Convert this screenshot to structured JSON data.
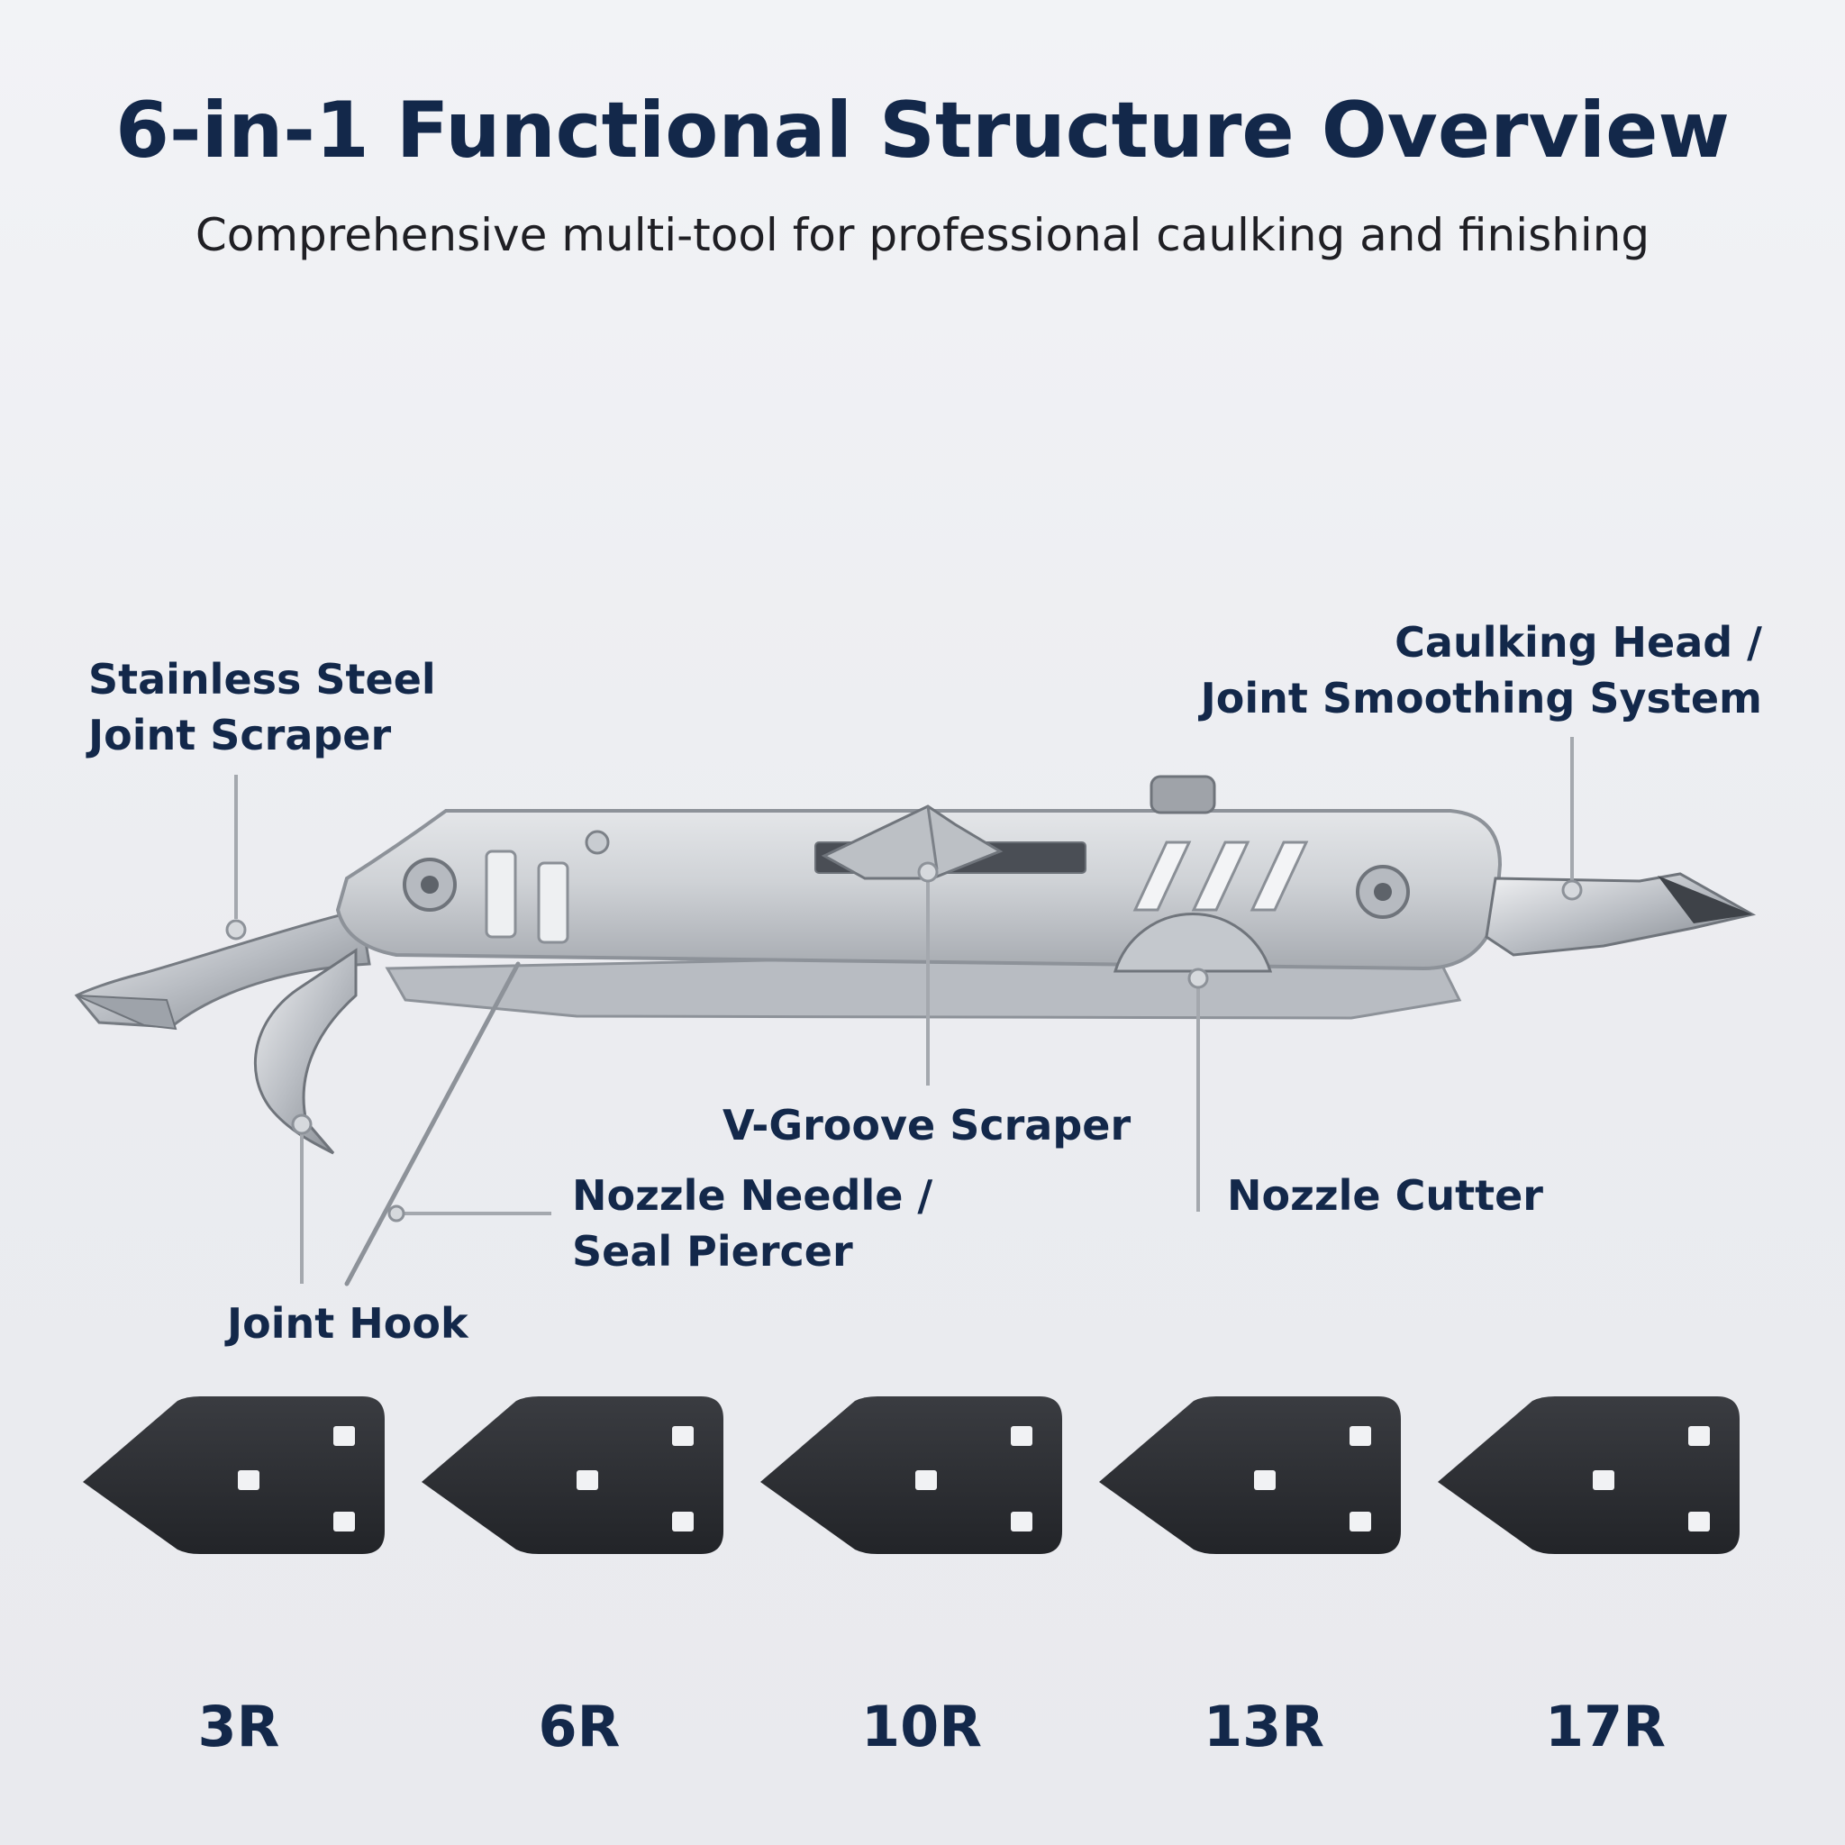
{
  "header": {
    "title": "6-in-1 Functional Structure Overview",
    "subtitle": "Comprehensive multi-tool for professional caulking and finishing"
  },
  "callouts": {
    "scraper": {
      "line1": "Stainless Steel",
      "line2": "Joint Scraper"
    },
    "caulking_head": {
      "line1": "Caulking Head /",
      "line2": "Joint Smoothing System"
    },
    "v_groove": {
      "line1": "V-Groove Scraper"
    },
    "needle": {
      "line1": "Nozzle Needle /",
      "line2": "Seal Piercer"
    },
    "cutter": {
      "line1": "Nozzle Cutter"
    },
    "hook": {
      "line1": "Joint Hook"
    }
  },
  "tips": [
    "3R",
    "6R",
    "10R",
    "13R",
    "17R"
  ],
  "colors": {
    "navy": "#13284a",
    "steel": "#c9ccd1",
    "steel_dark": "#8d9299",
    "tip_black": "#2b2d31"
  }
}
